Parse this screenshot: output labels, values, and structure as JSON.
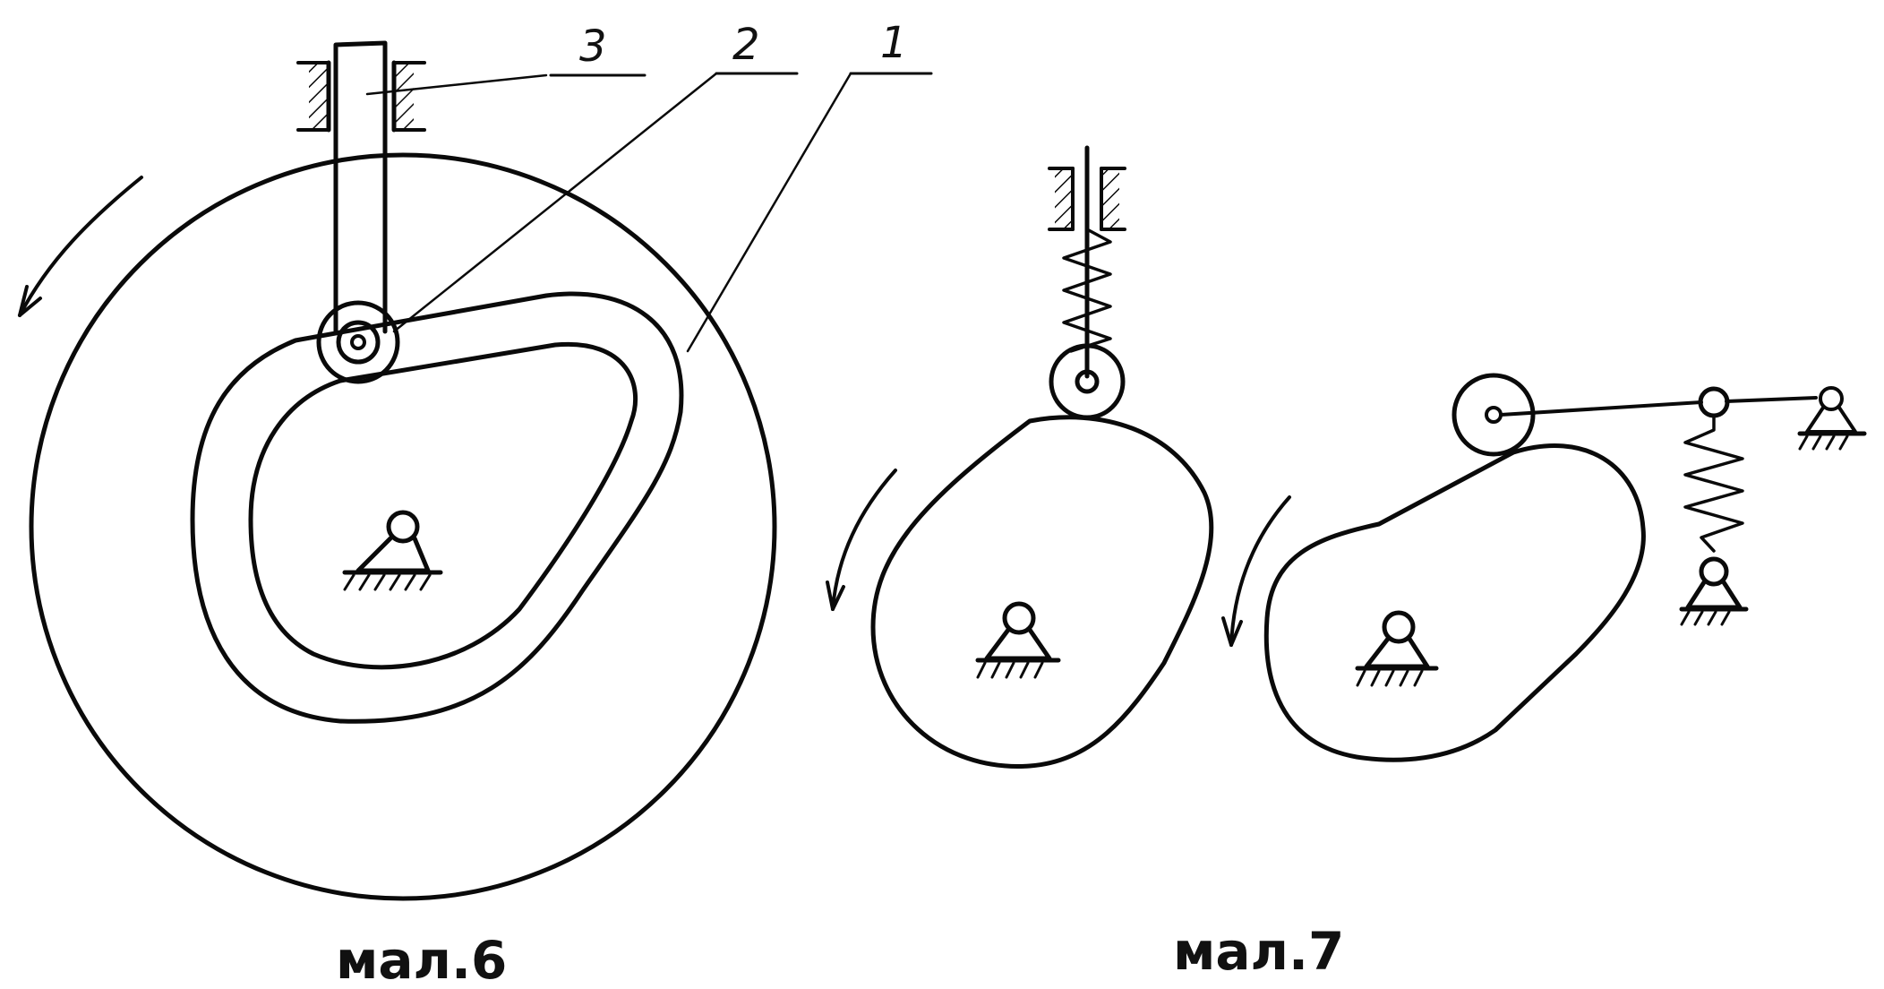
{
  "figures": [
    {
      "caption": "мал.6"
    },
    {
      "caption": "мал.7"
    }
  ],
  "labels": [
    "3",
    "2",
    "1"
  ],
  "colors": {
    "ink": "#0a0a0a",
    "background": "#ffffff"
  }
}
